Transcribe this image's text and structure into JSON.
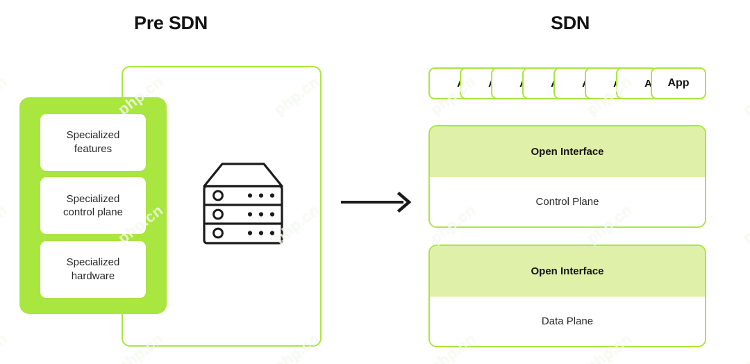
{
  "titles": {
    "left": "Pre SDN",
    "right": "SDN"
  },
  "pre_sdn": {
    "specialized_boxes": [
      {
        "line1": "Specialized",
        "line2": "features"
      },
      {
        "line1": "Specialized",
        "line2": "control plane"
      },
      {
        "line1": "Specialized",
        "line2": "hardware"
      }
    ],
    "device_icon": "server-rack-icon",
    "transition_icon": "right-arrow-icon"
  },
  "sdn": {
    "apps": [
      {
        "label": "A"
      },
      {
        "label": "A"
      },
      {
        "label": "A"
      },
      {
        "label": "A"
      },
      {
        "label": "A"
      },
      {
        "label": "A"
      },
      {
        "label": "A"
      },
      {
        "label": "App"
      }
    ],
    "layers": [
      {
        "interface_label": "Open Interface",
        "plane_label": "Control Plane"
      },
      {
        "interface_label": "Open Interface",
        "plane_label": "Data Plane"
      }
    ]
  },
  "watermark": {
    "text": "php.cn"
  },
  "colors": {
    "green_solid": "#A9E63F",
    "green_light": "#DFF0A8",
    "border_green": "#A9E63F",
    "text_dark": "#141414",
    "background": "#FFFFFF"
  }
}
